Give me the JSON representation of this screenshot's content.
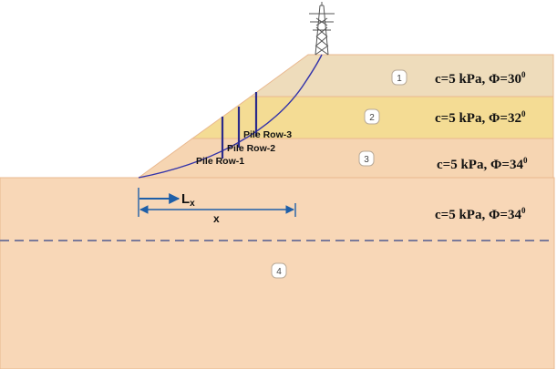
{
  "colors": {
    "layer1": "#eedcbb",
    "layer2": "#f4dc94",
    "layer3": "#f6d5b2",
    "layer4": "#f8d7b7",
    "boundary": "#e9b88f",
    "slip_surface": "#3333aa",
    "pile": "#2a2a8a",
    "water_table": "#7a7a9a",
    "dimension": "#1f5fa8",
    "tower": "#555555"
  },
  "layers": [
    {
      "id": "1",
      "c": "c=5 kPa, Φ=30",
      "deg": "0"
    },
    {
      "id": "2",
      "c": "c=5 kPa, Φ=32",
      "deg": "0"
    },
    {
      "id": "3",
      "c": "c=5 kPa, Φ=34",
      "deg": "0"
    },
    {
      "id": "4",
      "c": "c=5 kPa, Φ=34",
      "deg": "0"
    }
  ],
  "piles": [
    {
      "label": "Pile Row-1"
    },
    {
      "label": "Pile Row-2"
    },
    {
      "label": "Pile Row-3"
    }
  ],
  "dimensions": {
    "lx_main": "L",
    "lx_sub": "x",
    "x_label": "x"
  },
  "icons": {
    "tower": "transmission-tower-icon"
  }
}
